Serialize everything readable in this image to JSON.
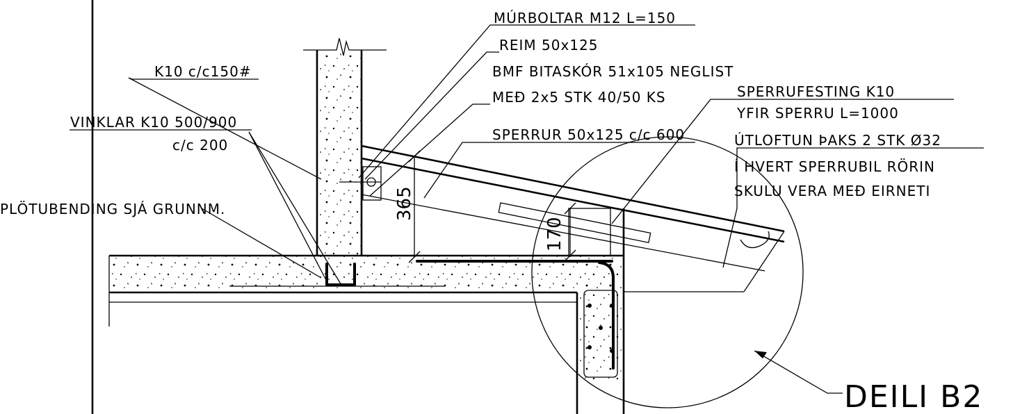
{
  "labels": {
    "murboltar": "MÚRBOLTAR M12 L=150",
    "reim": "REIM 50x125",
    "bmf": "BMF BITASKÓR 51x105 NEGLIST",
    "med": "MEÐ 2x5 STK 40/50 KS",
    "sperrur": "SPERRUR 50x125 c/c 600",
    "k10": "K10 c/c150#",
    "vinklar": "VINKLAR K10 500/900",
    "vinklar_cc": "c/c 200",
    "plotubending": "PLÖTUBENDING SJÁ GRUNNM.",
    "sperrufesting": "SPERRUFESTING K10",
    "yfir_sperru": "YFIR SPERRU L=1000",
    "utloftun": "ÚTLOFTUN ÞAKS 2 STK Ø32",
    "hvert_sperrubil": "Í HVERT SPERRUBIL RÖRIN",
    "skulu_vera": "SKULU VERA MEÐ EIRNETI",
    "deili": "DEILI B2"
  },
  "dimensions": {
    "height_365": "365",
    "height_170": "170"
  },
  "colors": {
    "ink": "#000000",
    "background": "#ffffff"
  }
}
